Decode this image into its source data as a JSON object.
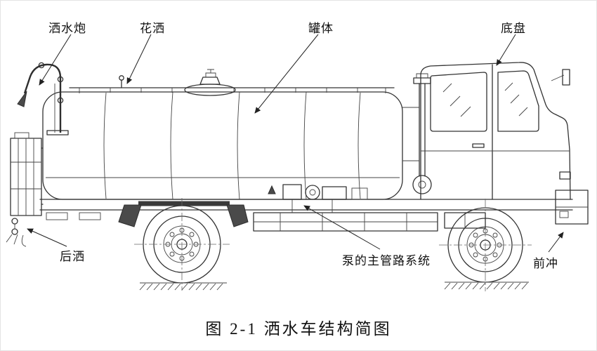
{
  "figure": {
    "caption": "图 2-1 洒水车结构简图"
  },
  "labels": {
    "water_cannon": "洒水炮",
    "shower_sprinkler": "花洒",
    "tank_body": "罐体",
    "chassis": "底盘",
    "rear_spray": "后洒",
    "pump_main_pipeline": "泵的主管路系统",
    "front_flush": "前冲"
  },
  "colors": {
    "line": "#333333",
    "background": "#ffffff",
    "text": "#111111"
  }
}
